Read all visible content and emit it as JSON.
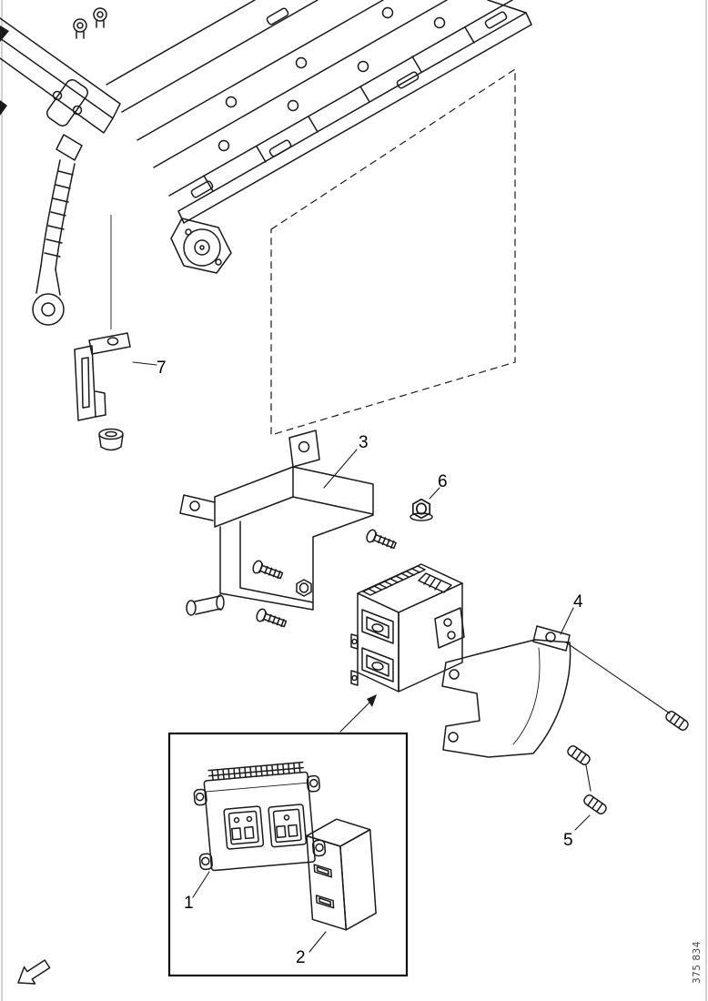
{
  "callouts": {
    "c1": "1",
    "c2": "2",
    "c3": "3",
    "c4": "4",
    "c5": "5",
    "c6": "6",
    "c7": "7"
  },
  "figure_number": "375 834",
  "colors": {
    "ink": "#1a1a1a",
    "background": "#ffffff"
  },
  "icons": {
    "direction_arrow": "arrow-bottom-left"
  }
}
